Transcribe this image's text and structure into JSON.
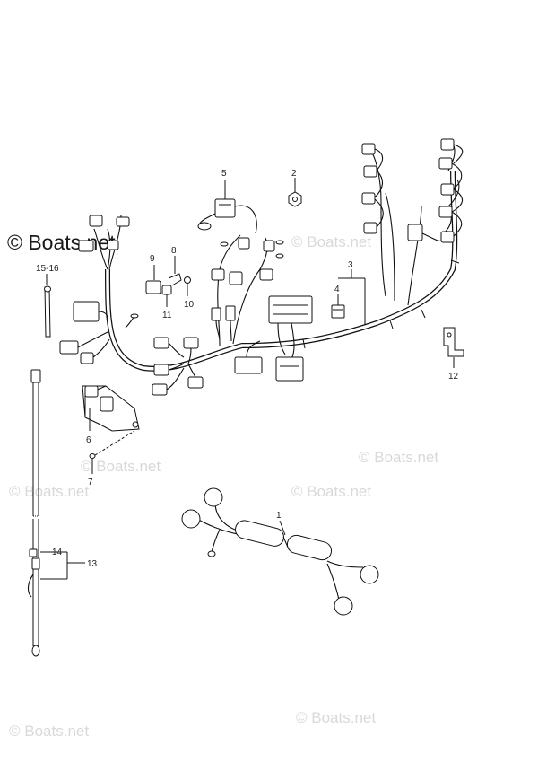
{
  "watermark_main": "© Boats.net",
  "watermarks": [
    "© Boats.net",
    "© Boats.net",
    "© Boats.net",
    "© Boats.net",
    "© Boats.net",
    "© Boats.net",
    "© Boats.net"
  ],
  "callouts": {
    "p1": "1",
    "p2": "2",
    "p3": "3",
    "p4": "4",
    "p5": "5",
    "p6": "6",
    "p7": "7",
    "p8": "8",
    "p9": "9",
    "p10": "10",
    "p11": "11",
    "p12": "12",
    "p13": "13",
    "p14": "14",
    "p15_16": "15-16"
  }
}
